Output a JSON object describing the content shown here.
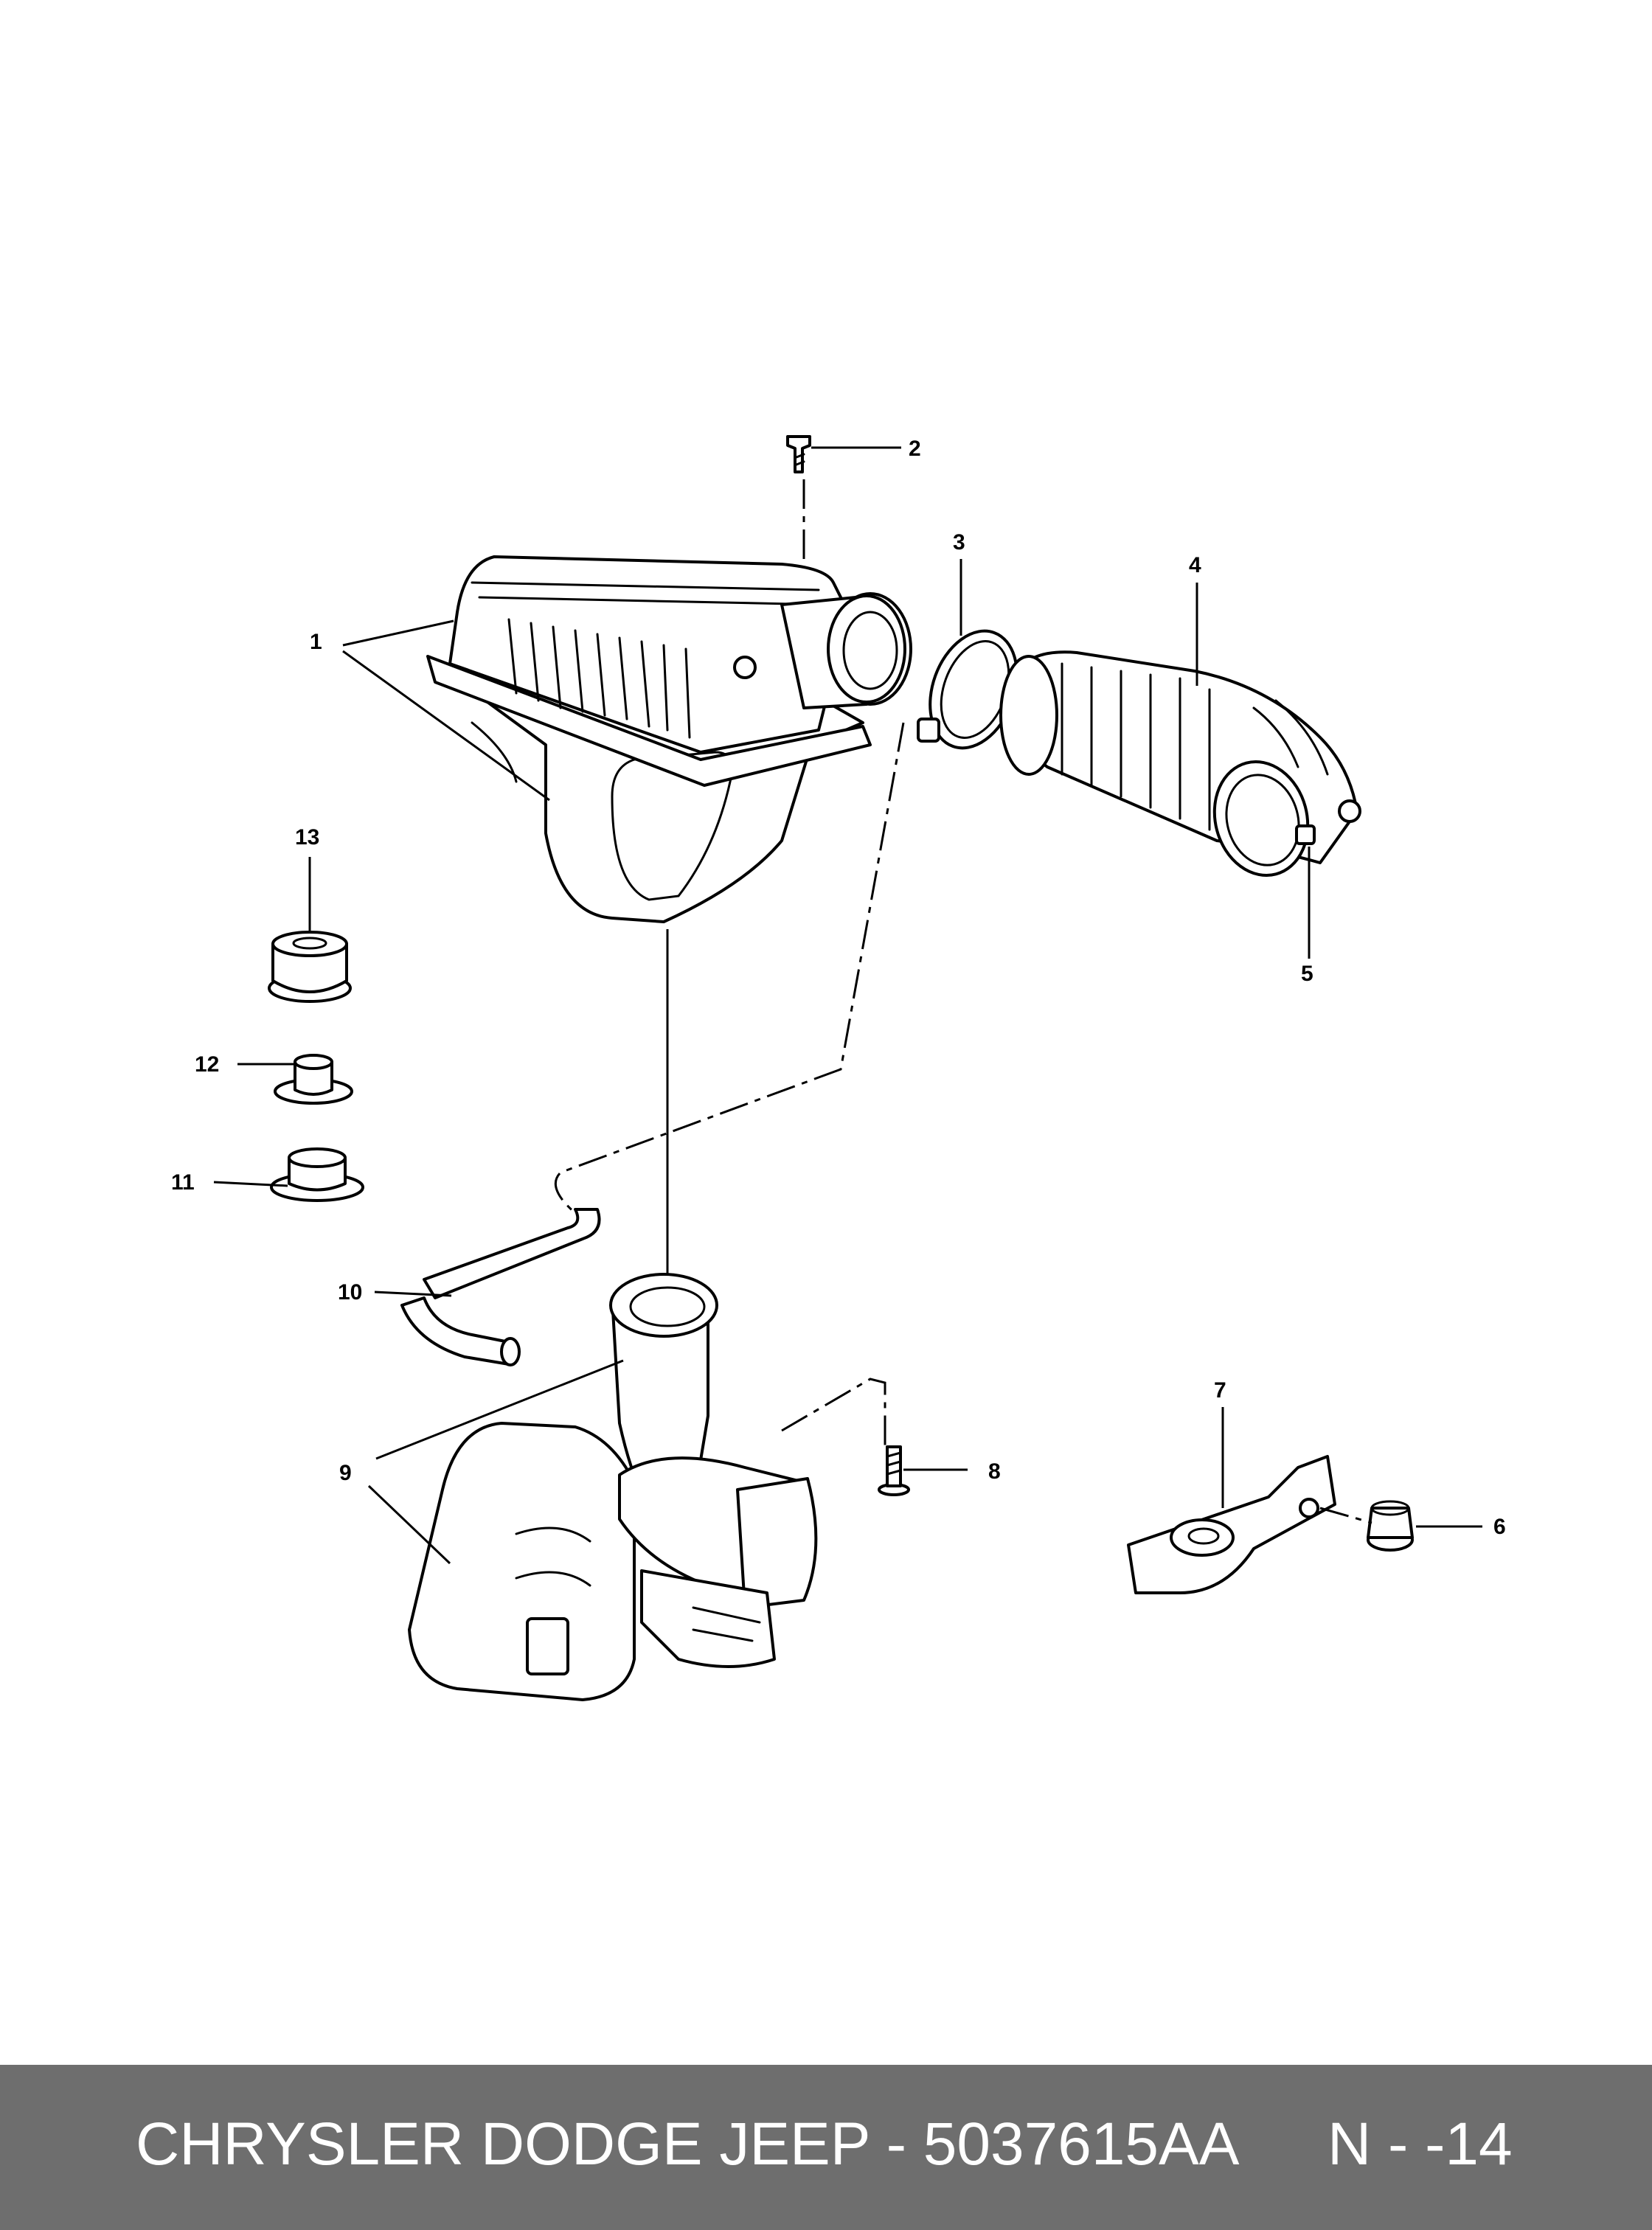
{
  "callouts": [
    {
      "id": "1",
      "label": "1"
    },
    {
      "id": "2",
      "label": "2"
    },
    {
      "id": "3",
      "label": "3"
    },
    {
      "id": "4",
      "label": "4"
    },
    {
      "id": "5",
      "label": "5"
    },
    {
      "id": "6",
      "label": "6"
    },
    {
      "id": "7",
      "label": "7"
    },
    {
      "id": "8",
      "label": "8"
    },
    {
      "id": "9",
      "label": "9"
    },
    {
      "id": "10",
      "label": "10"
    },
    {
      "id": "11",
      "label": "11"
    },
    {
      "id": "12",
      "label": "12"
    },
    {
      "id": "13",
      "label": "13"
    }
  ],
  "footer": {
    "brand_part": "CHRYSLER DODGE JEEP - 5037615AA",
    "page_code": "N - -14"
  },
  "colors": {
    "footer_bg": "#6e6e6e",
    "footer_text": "#ffffff",
    "line": "#000000"
  }
}
